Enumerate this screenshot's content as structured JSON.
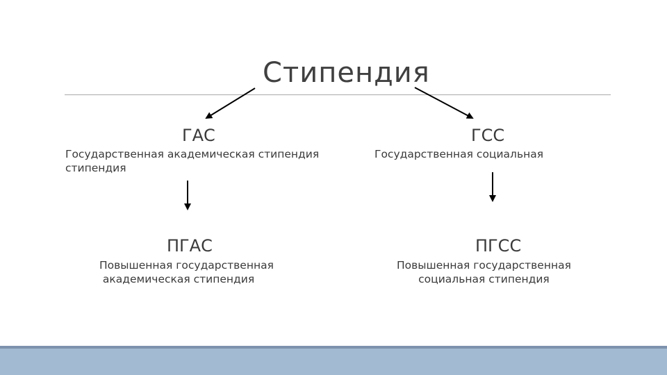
{
  "title": "Стипендия",
  "left": {
    "abbr": "ГАС",
    "desc_line1": "Государственная академическая стипендия",
    "desc_line2": "стипендия",
    "sub_abbr": "ПГАС",
    "sub_desc_line1": "Повышенная государственная",
    "sub_desc_line2": " академическая стипендия"
  },
  "right": {
    "abbr": "ГСС",
    "desc_line1": "Государственная социальная",
    "sub_abbr": "ПГСС",
    "sub_desc_line1": "Повышенная государственная",
    "sub_desc_line2": "социальная стипендия"
  },
  "colors": {
    "arrow": "#000000",
    "rule": "#a9a9a9",
    "bottom_band": "#a3bbd2",
    "bottom_line": "#7d92ad"
  }
}
